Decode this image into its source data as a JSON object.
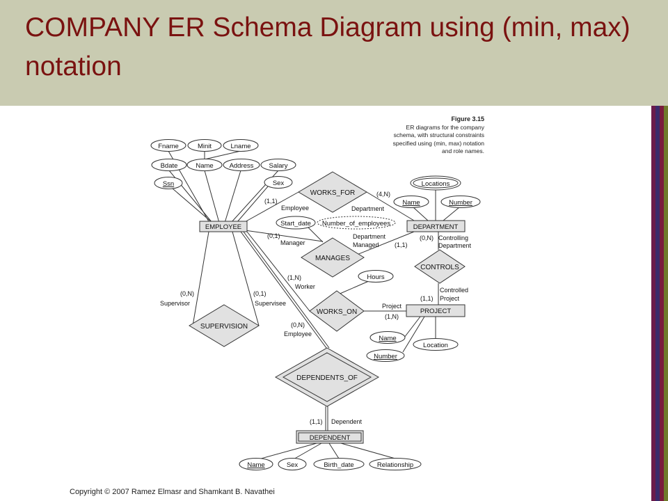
{
  "slide": {
    "title": "COMPANY ER Schema Diagram using (min, max) notation",
    "copyright": "Copyright © 2007 Ramez Elmasr and Shamkant B. Navathei",
    "bar_colors": [
      "#6b1c4c",
      "#3b2a6b",
      "#7a1c3c",
      "#6f7a2a"
    ]
  },
  "figure": {
    "number": "Figure 3.15",
    "caption_lines": [
      "ER diagrams for the company",
      "schema, with structural constraints",
      "specified using (min, max) notation",
      "and role names."
    ]
  },
  "diagram": {
    "entities": {
      "employee": "EMPLOYEE",
      "department": "DEPARTMENT",
      "project": "PROJECT",
      "dependent": "DEPENDENT"
    },
    "relationships": {
      "works_for": "WORKS_FOR",
      "manages": "MANAGES",
      "works_on": "WORKS_ON",
      "controls": "CONTROLS",
      "supervision": "SUPERVISION",
      "dependents_of": "DEPENDENTS_OF"
    },
    "attributes": {
      "fname": "Fname",
      "minit": "Minit",
      "lname": "Lname",
      "bdate": "Bdate",
      "name": "Name",
      "address": "Address",
      "salary": "Salary",
      "ssn": "Ssn",
      "sex": "Sex",
      "locations": "Locations",
      "dept_name": "Name",
      "dept_number": "Number",
      "start_date": "Start_date",
      "number_of_employees": "Number_of_employees",
      "hours": "Hours",
      "proj_name": "Name",
      "proj_location": "Location",
      "proj_number": "Number",
      "dep_name": "Name",
      "dep_sex": "Sex",
      "birth_date": "Birth_date",
      "relationship": "Relationship"
    },
    "constraints": {
      "wf_emp": "(1,1)",
      "wf_emp_role": "Employee",
      "wf_dept": "(4,N)",
      "wf_dept_role": "Department",
      "mg_emp": "(0,1)",
      "mg_emp_role": "Manager",
      "mg_dept_role1": "Department",
      "mg_dept_role2": "Managed",
      "mg_dept": "(1,1)",
      "ct_dept": "(0,N)",
      "ct_dept_role1": "Controlling",
      "ct_dept_role2": "Department",
      "ct_proj_role1": "Controlled",
      "ct_proj_role2": "Project",
      "ct_proj": "(1,1)",
      "wo_emp": "(1,N)",
      "wo_emp_role": "Worker",
      "wo_proj_role": "Project",
      "wo_proj": "(1,N)",
      "sup_l": "(0,N)",
      "sup_l_role": "Supervisor",
      "sup_r": "(0,1)",
      "sup_r_role": "Supervisee",
      "do_emp": "(0,N)",
      "do_emp_role": "Employee",
      "do_dep": "(1,1)",
      "do_dep_role": "Dependent"
    }
  }
}
